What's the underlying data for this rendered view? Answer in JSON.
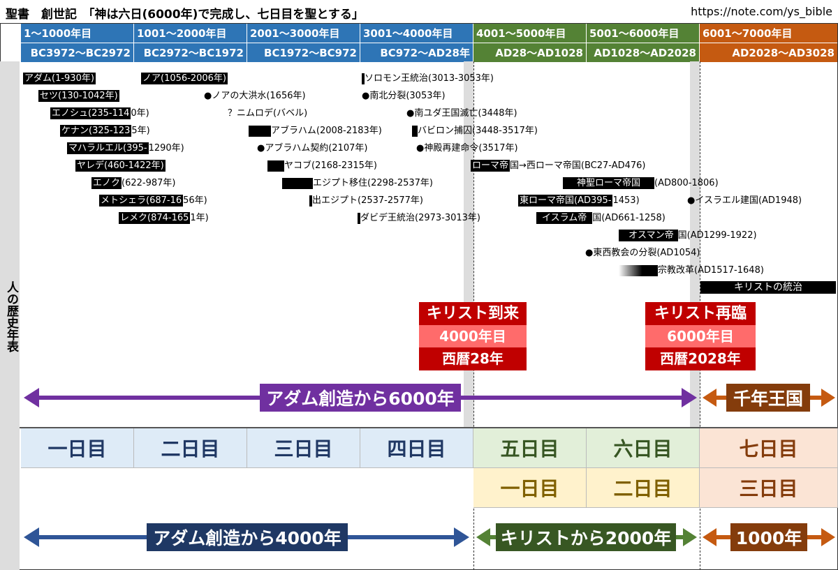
{
  "page": {
    "title": "聖書　創世記　「神は六日(6000年)で完成し、七日目を聖とする」",
    "url": "https://note.com/ys_bible"
  },
  "headers": [
    {
      "years": "1～1000年目",
      "era": "BC3972～BC2972"
    },
    {
      "years": "1001～2000年目",
      "era": "BC2972～BC1972"
    },
    {
      "years": "2001～3000年目",
      "era": "BC1972～BC972"
    },
    {
      "years": "3001～4000年目",
      "era": "BC972～AD28年"
    },
    {
      "years": "4001～5000年目",
      "era": "AD28～AD1028"
    },
    {
      "years": "5001～6000年目",
      "era": "AD1028～AD2028"
    },
    {
      "years": "6001～7000年目",
      "era": "AD2028～AD3028"
    }
  ],
  "side_label": "人の歴史年表",
  "events": {
    "adam": {
      "a": "アダム(1-930年)",
      "b": ""
    },
    "seth": {
      "a": "セツ(130-1042年)",
      "b": ""
    },
    "enosh": {
      "a": "エノシュ(235-114",
      "b": "0年)"
    },
    "kenan": {
      "a": "ケナン(325-123",
      "b": "5年)"
    },
    "mahalalel": {
      "a": "マハラルエル(395-",
      "b": "1290年)"
    },
    "jared": {
      "a": "ヤレデ(460-1422年)",
      "b": ""
    },
    "enoch": {
      "a": "エノク",
      "b": "(622-987年)"
    },
    "methuselah": {
      "a": "メトシェラ(687-16",
      "b": "56年)"
    },
    "lamech": {
      "a": "レメク(874-165",
      "b": "1年)"
    },
    "noah": {
      "a": "ノア(1056-2006年)",
      "b": ""
    },
    "flood": "●ノアの大洪水(1656年)",
    "nimrod": "？ニムロデ(バベル)",
    "abraham": "アブラハム(2008-2183年)",
    "abraham_covenant": "●アブラハム契約(2107年)",
    "jacob": "ヤコブ(2168-2315年)",
    "egypt": "エジプト移住(2298-2537年)",
    "exodus": "出エジプト(2537-2577年)",
    "david": "ダビデ王統治(2973-3013年)",
    "solomon": "ソロモン王統治(3013-3053年)",
    "split": "●南北分裂(3053年)",
    "judah": "●南ユダ王国滅亡(3448年)",
    "babylon": "バビロン捕囚(3448-3517年)",
    "temple": "●神殿再建命令(3517年)",
    "rome": {
      "a": "ローマ帝",
      "b": "国→西ローマ帝国(BC27-AD476)"
    },
    "hre": {
      "a": "神聖ローマ帝国",
      "b": "(AD800-1806)"
    },
    "israel": "●イスラエル建国(AD1948)",
    "byzantine": {
      "a": "東ローマ帝国(AD395-",
      "b": "1453)"
    },
    "islam": {
      "a": "イスラム帝",
      "b": "国(AD661-1258)"
    },
    "ottoman": {
      "a": "オスマン帝",
      "b": "国(AD1299-1922)"
    },
    "schism": "●東西教会の分裂(AD1054)",
    "reformation": "宗教改革(AD1517-1648)",
    "reign": "キリストの統治"
  },
  "first_coming": {
    "title": "キリスト到来",
    "year": "4000年目",
    "ad": "西暦28年"
  },
  "second_coming": {
    "title": "キリスト再臨",
    "year": "6000年目",
    "ad": "西暦2028年"
  },
  "arrows": {
    "six_thousand": "アダム創造から6000年",
    "millennium": "千年王国",
    "four_thousand": "アダム創造から4000年",
    "two_thousand": "キリストから2000年",
    "thousand": "1000年"
  },
  "days_row1": [
    "一日目",
    "二日目",
    "三日目",
    "四日目",
    "五日目",
    "六日目",
    "七日目"
  ],
  "days_row2": [
    "一日目",
    "二日目",
    "三日目"
  ],
  "colors": {
    "blue": "#2e75b6",
    "green": "#548235",
    "orange": "#c55a11",
    "red": "#c00000",
    "purple": "#7030a0",
    "navy": "#2f5597",
    "brown": "#843c0c",
    "darkgreen": "#385723"
  }
}
